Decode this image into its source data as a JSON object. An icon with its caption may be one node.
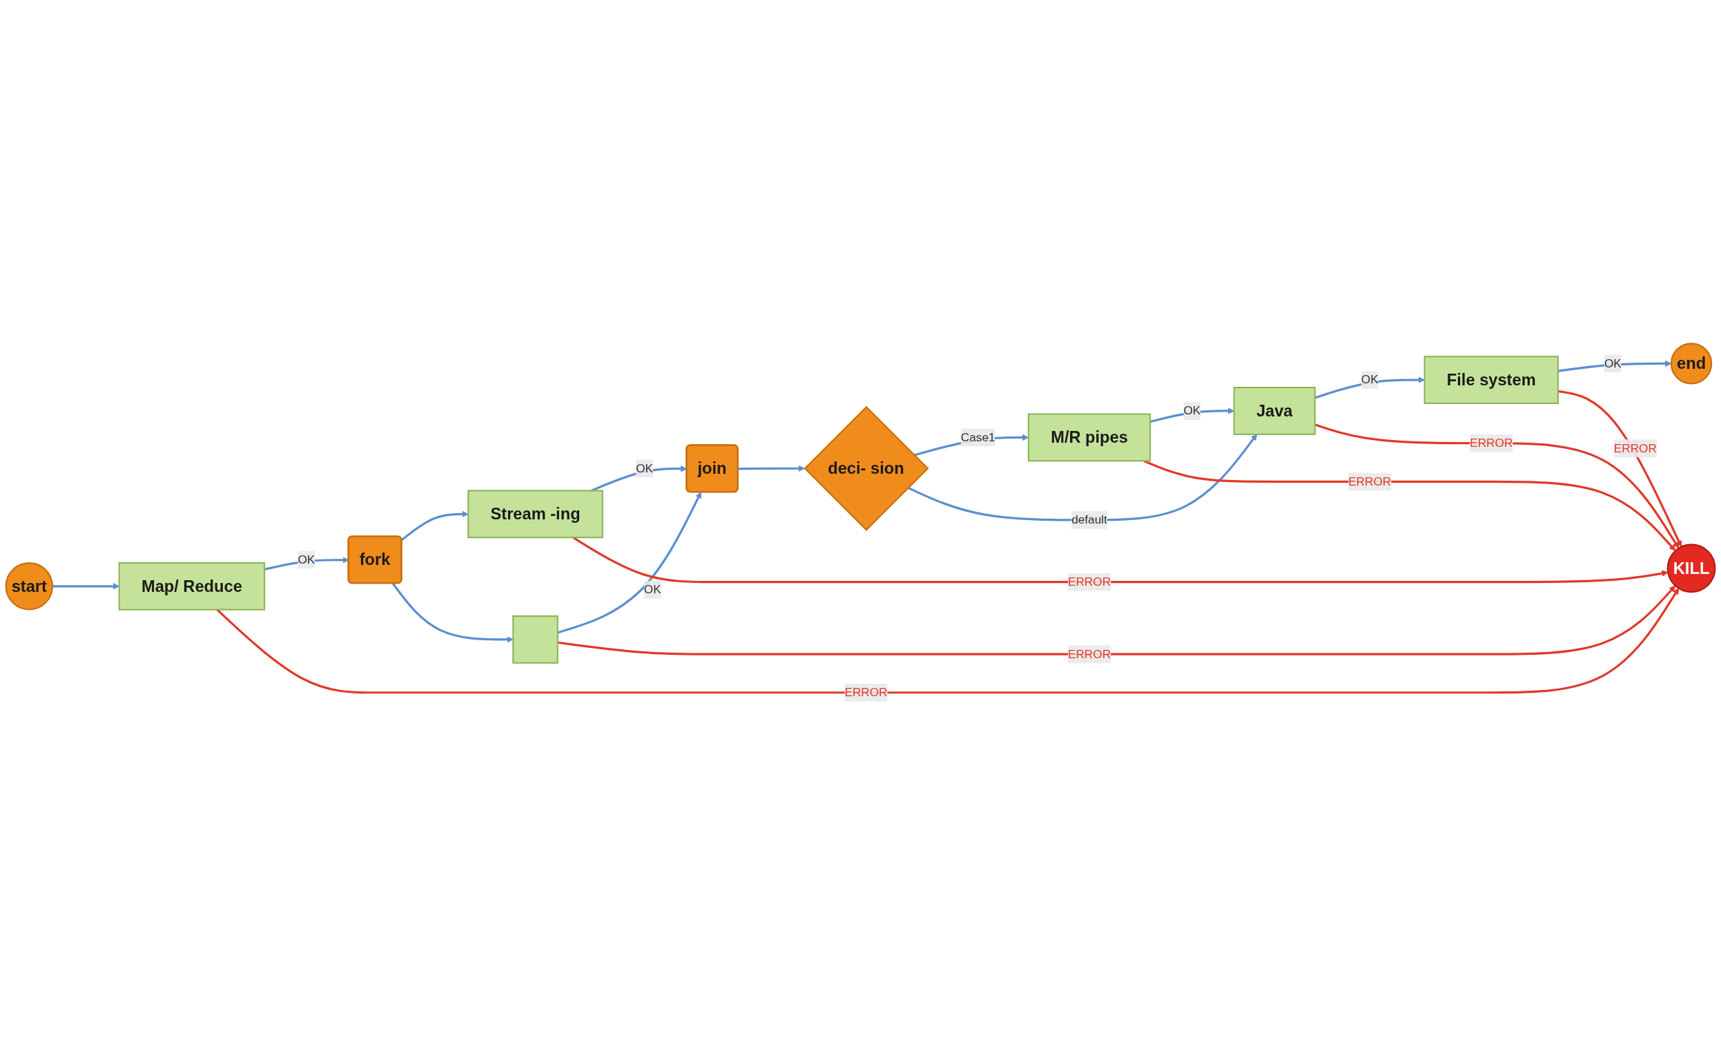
{
  "diagram": {
    "nodes": [
      {
        "text": [
          "start"
        ]
      },
      {
        "text": [
          "Map/ Reduce"
        ]
      },
      {
        "text": [
          "fork"
        ]
      },
      {
        "text": [
          "Stream -ing"
        ]
      },
      {
        "text": [],
        "shape": "box"
      },
      {
        "text": [
          "join"
        ]
      },
      {
        "text": [
          "deci- sion"
        ]
      },
      {
        "text": [
          "M/R pipes"
        ]
      },
      {
        "text": [
          "Java"
        ]
      },
      {
        "text": [
          "File system"
        ]
      },
      {
        "text": [
          "end"
        ]
      },
      {
        "text": [
          "KILL"
        ]
      }
    ],
    "edges": [
      {
        "from": 0,
        "to": 1,
        "arrow": "to"
      },
      {
        "from": 1,
        "to": 2,
        "arrow": "to",
        "label": "OK"
      },
      {
        "from": 2,
        "to": 3,
        "arrow": "to"
      },
      {
        "from": 2,
        "to": 4,
        "arrow": "to"
      },
      {
        "from": 3,
        "to": 5,
        "arrow": "to",
        "label": "OK"
      },
      {
        "from": 4,
        "to": 5,
        "arrow": "to",
        "label": "OK"
      },
      {
        "from": 5,
        "to": 6,
        "arrow": "to"
      },
      {
        "from": 6,
        "to": 7,
        "arrow": "to",
        "label": "Case1"
      },
      {
        "from": 6,
        "to": 8,
        "arrow": "to",
        "label": "default"
      },
      {
        "from": 7,
        "to": 8,
        "arrow": "to",
        "label": "OK"
      },
      {
        "from": 8,
        "to": 9,
        "arrow": "to",
        "label": "OK"
      },
      {
        "from": 9,
        "to": 10,
        "arrow": "to",
        "label": "OK"
      },
      {
        "from": 1,
        "to": 11,
        "arrow": "to",
        "label": "ERROR",
        "color": "#e03a2a"
      },
      {
        "from": 3,
        "to": 11,
        "arrow": "to",
        "label": "ERROR",
        "color": "#e03a2a"
      },
      {
        "from": 4,
        "to": 11,
        "arrow": "to",
        "label": "ERROR",
        "color": "#e03a2a"
      },
      {
        "from": 7,
        "to": 11,
        "arrow": "to",
        "label": "ERROR",
        "color": "#e03a2a"
      },
      {
        "from": 8,
        "to": 11,
        "arrow": "to",
        "label": "ERROR",
        "color": "#e03a2a"
      },
      {
        "from": 9,
        "to": 11,
        "arrow": "to",
        "label": "ERROR",
        "color": "#e03a2a"
      }
    ]
  }
}
